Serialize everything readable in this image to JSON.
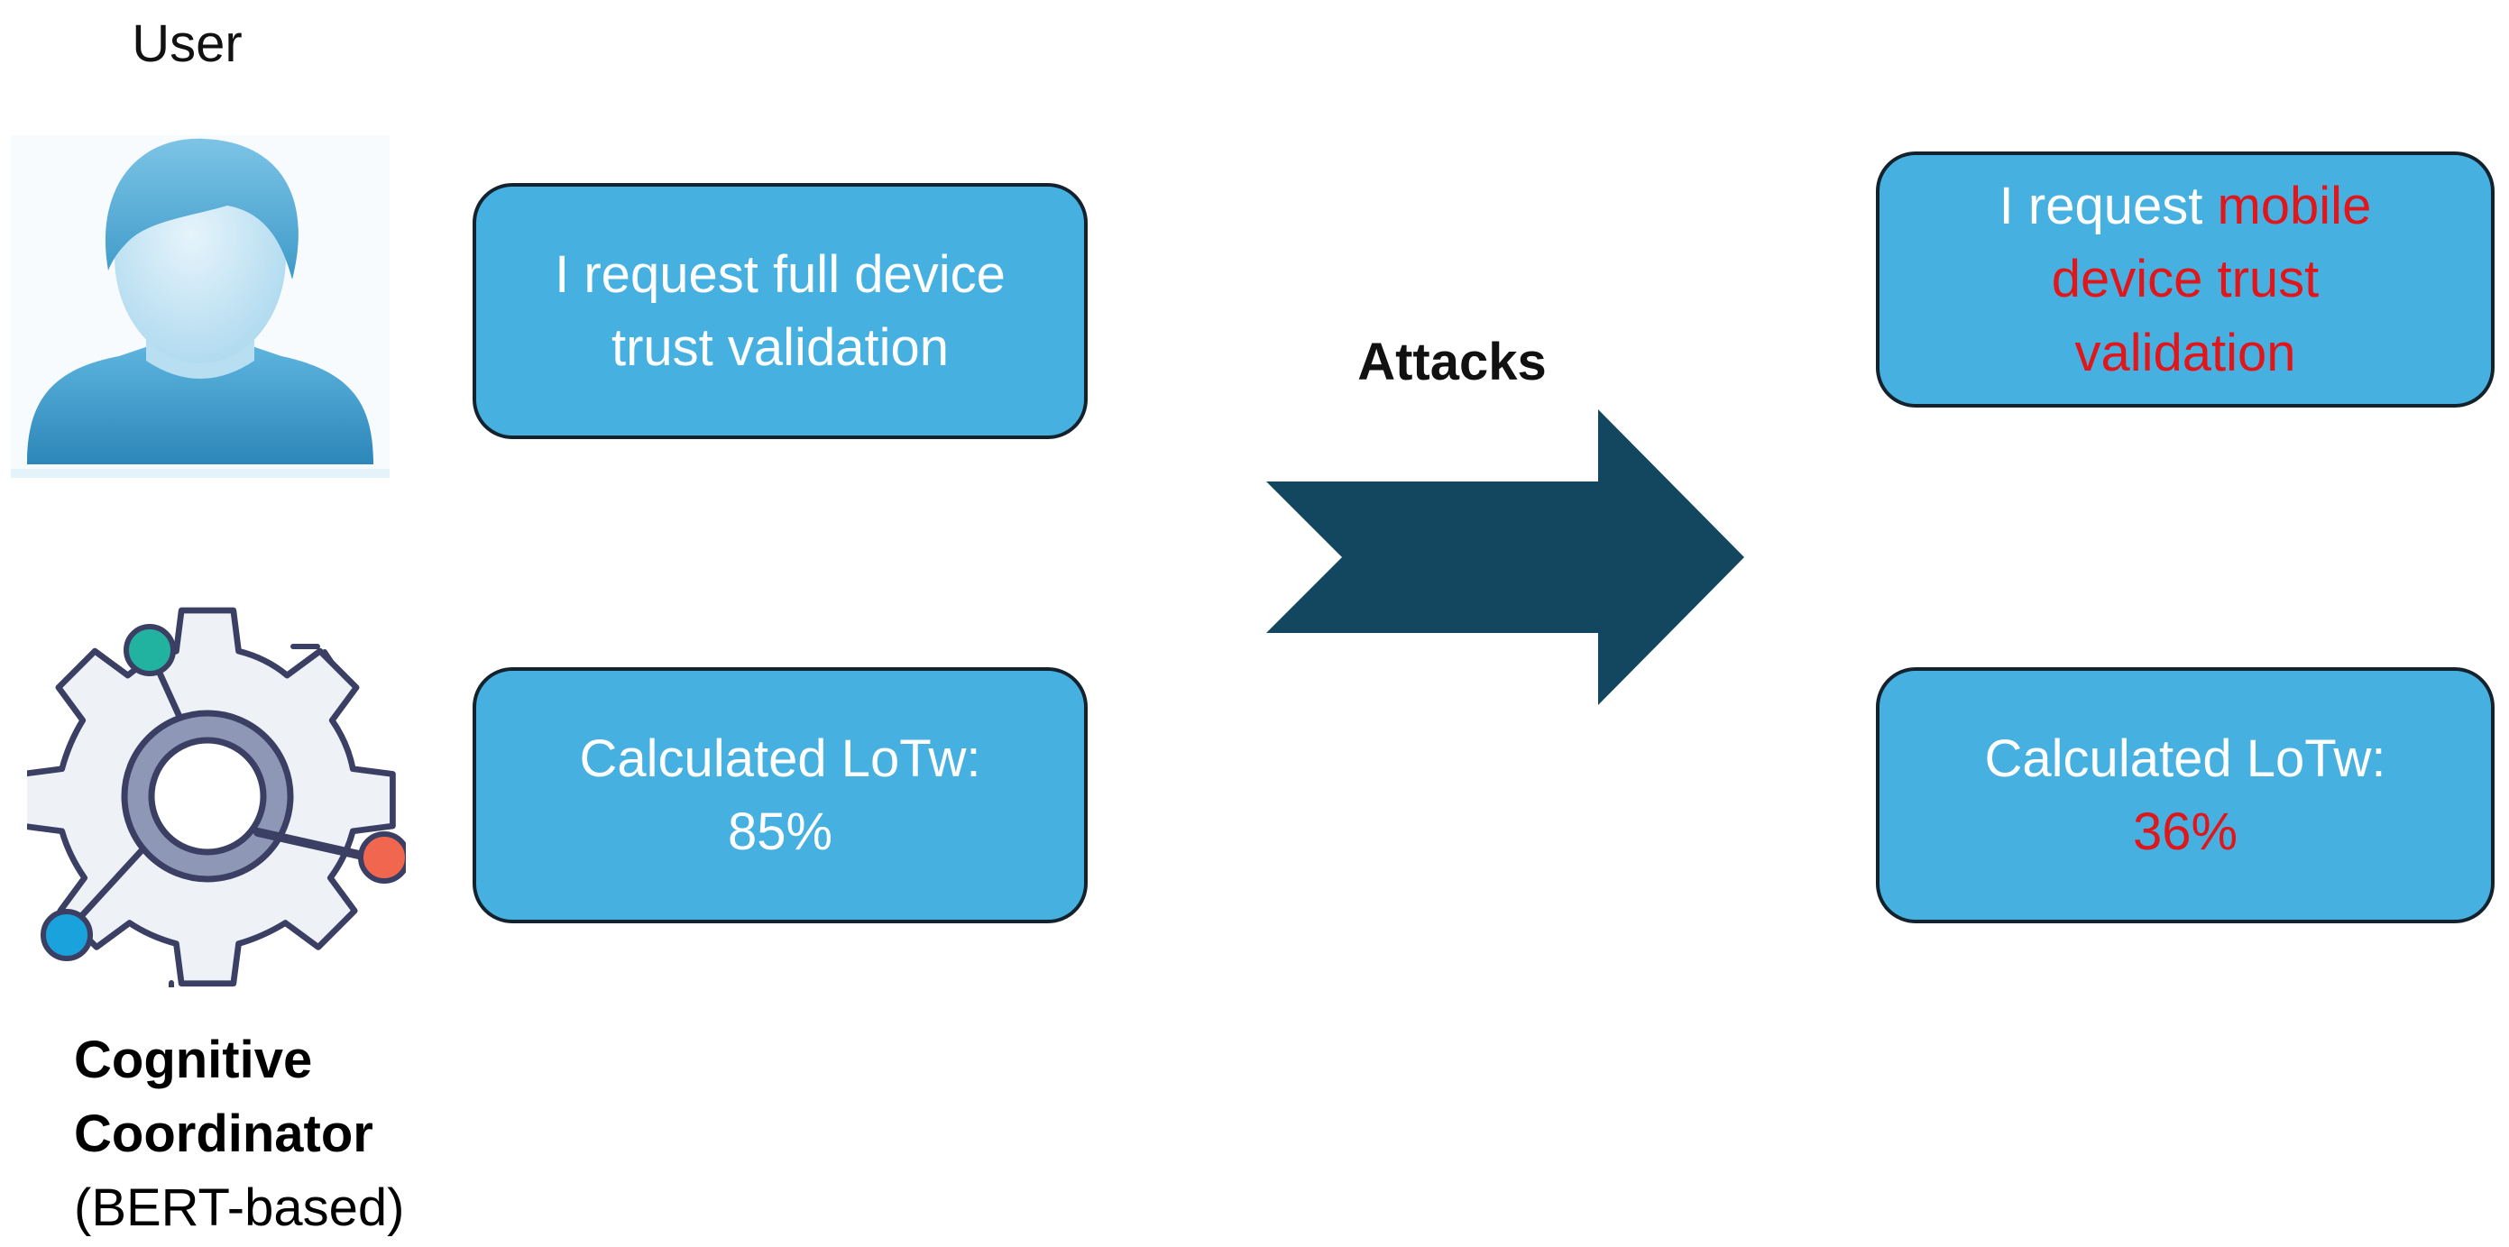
{
  "user_label": "User",
  "top_left_box": {
    "line1": "I request full device",
    "line2": "trust validation"
  },
  "bottom_left_box": {
    "line1": "Calculated LoTw:",
    "line2": "85%"
  },
  "arrow_label": "Attacks",
  "top_right_box": {
    "pre": "I request ",
    "hl1": "mobile",
    "hl2": "device trust",
    "hl3": "validation"
  },
  "bottom_right_box": {
    "line1": "Calculated LoTw:",
    "line2": "36%"
  },
  "coordinator": {
    "line1": "Cognitive",
    "line2": "Coordinator",
    "line3": "(BERT-based)"
  },
  "colors": {
    "box_fill": "#46b1e1",
    "box_border": "#13222c",
    "arrow": "#12475f",
    "highlight": "#e0161b",
    "avatar": "#3f97c4"
  },
  "icons": {
    "user": "person-avatar-icon",
    "coordinator": "gear-magnifier-icon"
  }
}
